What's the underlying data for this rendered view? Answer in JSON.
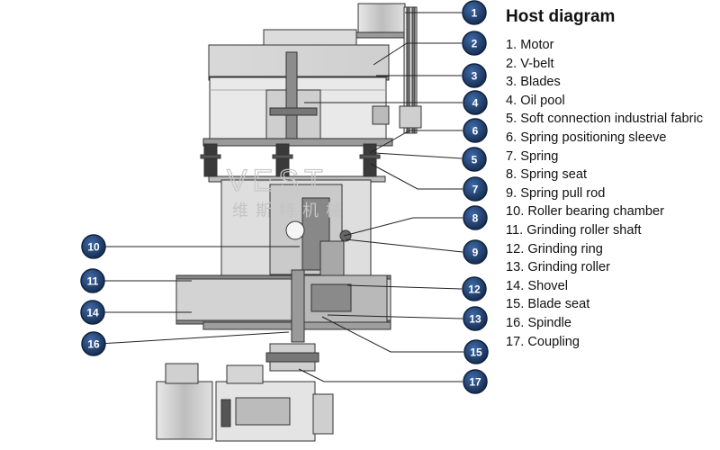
{
  "title": "Host diagram",
  "watermark": {
    "logo": "VEST",
    "cn": "维斯特机械"
  },
  "badge_color": "#1d3a66",
  "parts": [
    {
      "num": "1",
      "label": "1. Motor"
    },
    {
      "num": "2",
      "label": "2. V-belt"
    },
    {
      "num": "3",
      "label": "3. Blades"
    },
    {
      "num": "4",
      "label": "4. Oil pool"
    },
    {
      "num": "5",
      "label": "5. Soft connection industrial fabric"
    },
    {
      "num": "6",
      "label": "6. Spring positioning sleeve"
    },
    {
      "num": "7",
      "label": "7. Spring"
    },
    {
      "num": "8",
      "label": "8. Spring seat"
    },
    {
      "num": "9",
      "label": "9. Spring pull rod"
    },
    {
      "num": "10",
      "label": "10. Roller bearing chamber"
    },
    {
      "num": "11",
      "label": "11. Grinding roller shaft"
    },
    {
      "num": "12",
      "label": "12. Grinding ring"
    },
    {
      "num": "13",
      "label": "13. Grinding roller"
    },
    {
      "num": "14",
      "label": "14. Shovel"
    },
    {
      "num": "15",
      "label": "15. Blade seat"
    },
    {
      "num": "16",
      "label": "16. Spindle"
    },
    {
      "num": "17",
      "label": "17. Coupling"
    }
  ]
}
